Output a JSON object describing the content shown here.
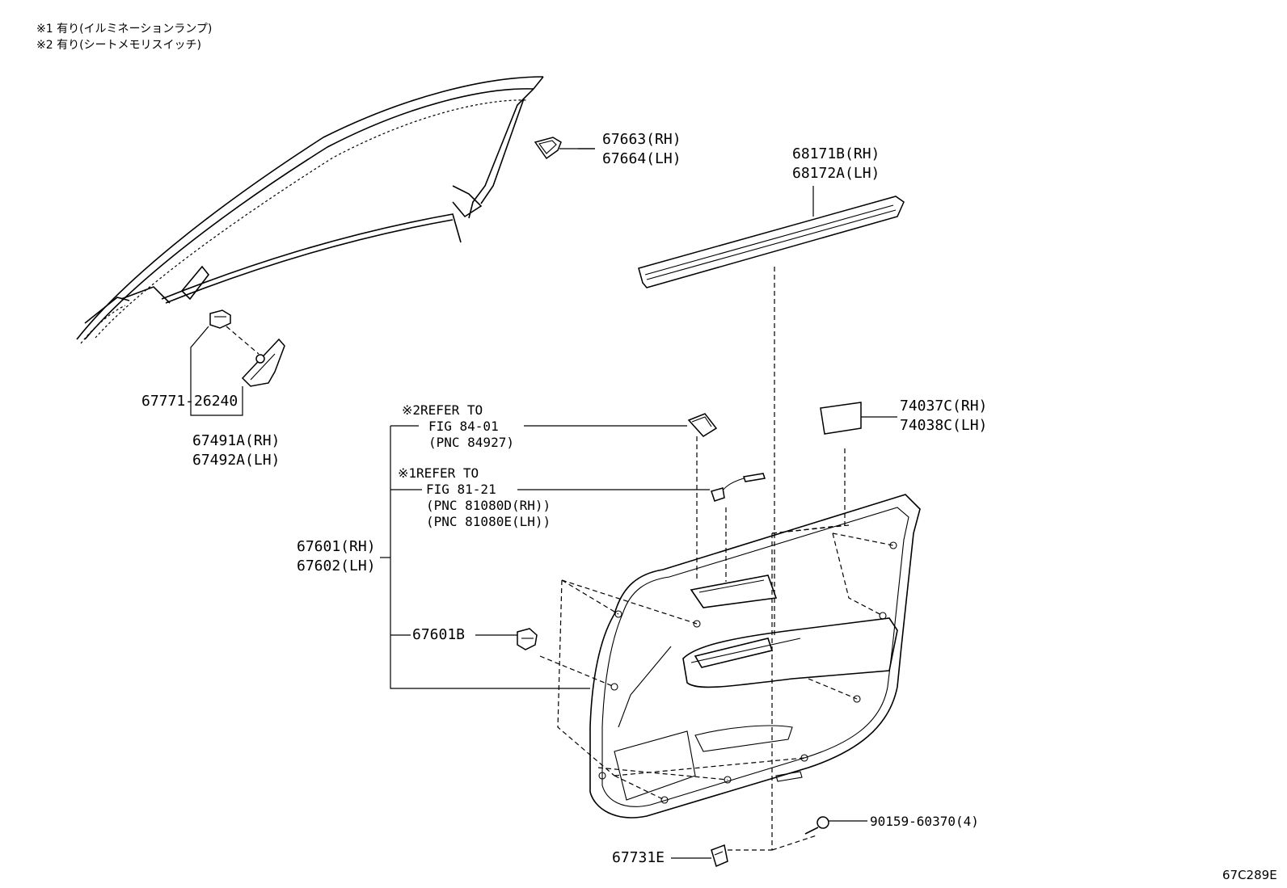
{
  "notes": [
    "※1 有り(イルミネーションランプ)",
    "※2 有り(シートメモリスイッチ)"
  ],
  "labels": {
    "p67663": "67663(RH)",
    "p67664": "67664(LH)",
    "p68171b": "68171B(RH)",
    "p68172a": "68172A(LH)",
    "p67771": "67771-26240",
    "p67491a": "67491A(RH)",
    "p67492a": "67492A(LH)",
    "p74037c": "74037C(RH)",
    "p74038c": "74038C(LH)",
    "ref2_1": "※2REFER TO",
    "ref2_2": "FIG 84-01",
    "ref2_3": "(PNC 84927)",
    "ref1_1": "※1REFER TO",
    "ref1_2": "FIG 81-21",
    "ref1_3": "(PNC 81080D(RH))",
    "ref1_4": "(PNC 81080E(LH))",
    "p67601": "67601(RH)",
    "p67602": "67602(LH)",
    "p67601b": "67601B",
    "p90159": "90159-60370(4)",
    "p67731e": "67731E"
  },
  "figure_code": "67C289E"
}
